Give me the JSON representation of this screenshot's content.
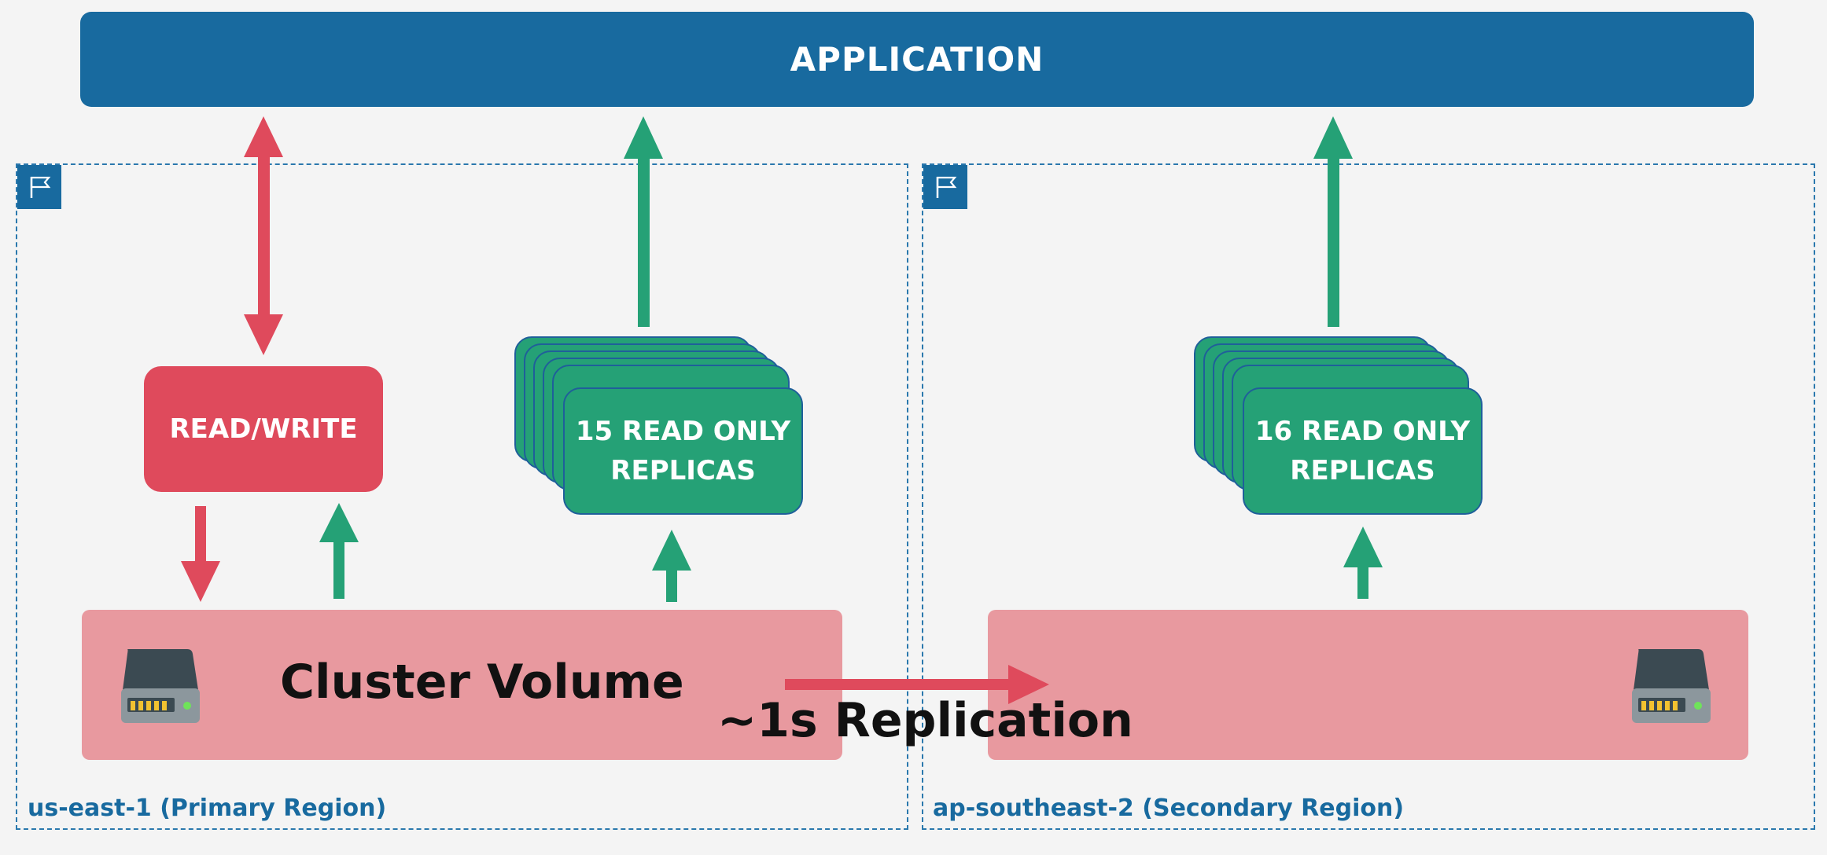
{
  "application": {
    "label": "APPLICATION"
  },
  "primary_region": {
    "label": "us-east-1 (Primary Region)",
    "icon": "flag-icon",
    "read_write": {
      "label": "READ/WRITE"
    },
    "replicas": {
      "line1": "15 READ ONLY",
      "line2": "REPLICAS"
    },
    "volume": {
      "label": "Cluster Volume",
      "icon": "hard-drive-icon"
    }
  },
  "secondary_region": {
    "label": "ap-southeast-2 (Secondary Region)",
    "icon": "flag-icon",
    "replicas": {
      "line1": "16 READ ONLY",
      "line2": "REPLICAS"
    },
    "volume": {
      "icon": "hard-drive-icon"
    }
  },
  "replication": {
    "label": "~1s Replication"
  },
  "colors": {
    "application": "#186a9f",
    "read_write": "#df4a5c",
    "replica": "#25a176",
    "volume": "#e8999f",
    "region_border": "#2a78ad"
  }
}
